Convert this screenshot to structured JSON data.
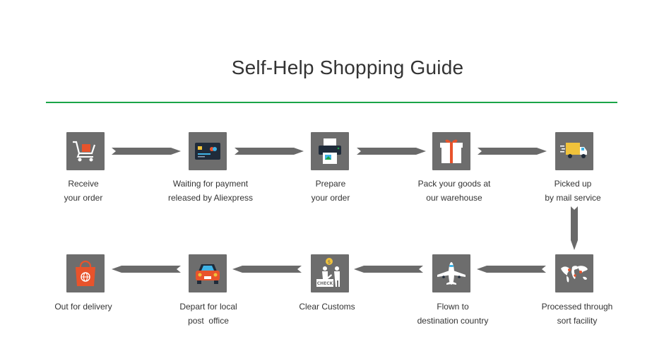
{
  "title": "Self-Help Shopping Guide",
  "colors": {
    "accent_rule": "#1aa548",
    "icon_bg": "#6d6d6d",
    "arrow": "#6a6a6a"
  },
  "steps": [
    {
      "icon": "shopping-cart-icon",
      "label_line1": "Receive",
      "label_line2": "your order"
    },
    {
      "icon": "credit-card-icon",
      "label_line1": "Waiting for payment",
      "label_line2": "released by Aliexpress"
    },
    {
      "icon": "printer-icon",
      "label_line1": "Prepare",
      "label_line2": "your order"
    },
    {
      "icon": "gift-box-icon",
      "label_line1": "Pack your goods at",
      "label_line2": "our warehouse"
    },
    {
      "icon": "delivery-truck-icon",
      "label_line1": "Picked up",
      "label_line2": "by mail service"
    },
    {
      "icon": "world-map-icon",
      "label_line1": "Processed through",
      "label_line2": "sort facility"
    },
    {
      "icon": "airplane-icon",
      "label_line1": "Flown to",
      "label_line2": "destination country"
    },
    {
      "icon": "customs-check-icon",
      "label_line1": "Clear Customs",
      "label_line2": ""
    },
    {
      "icon": "car-icon",
      "label_line1": "Depart for local",
      "label_line2": "post  office"
    },
    {
      "icon": "shopping-bag-icon",
      "label_line1": "Out for delivery",
      "label_line2": ""
    }
  ]
}
